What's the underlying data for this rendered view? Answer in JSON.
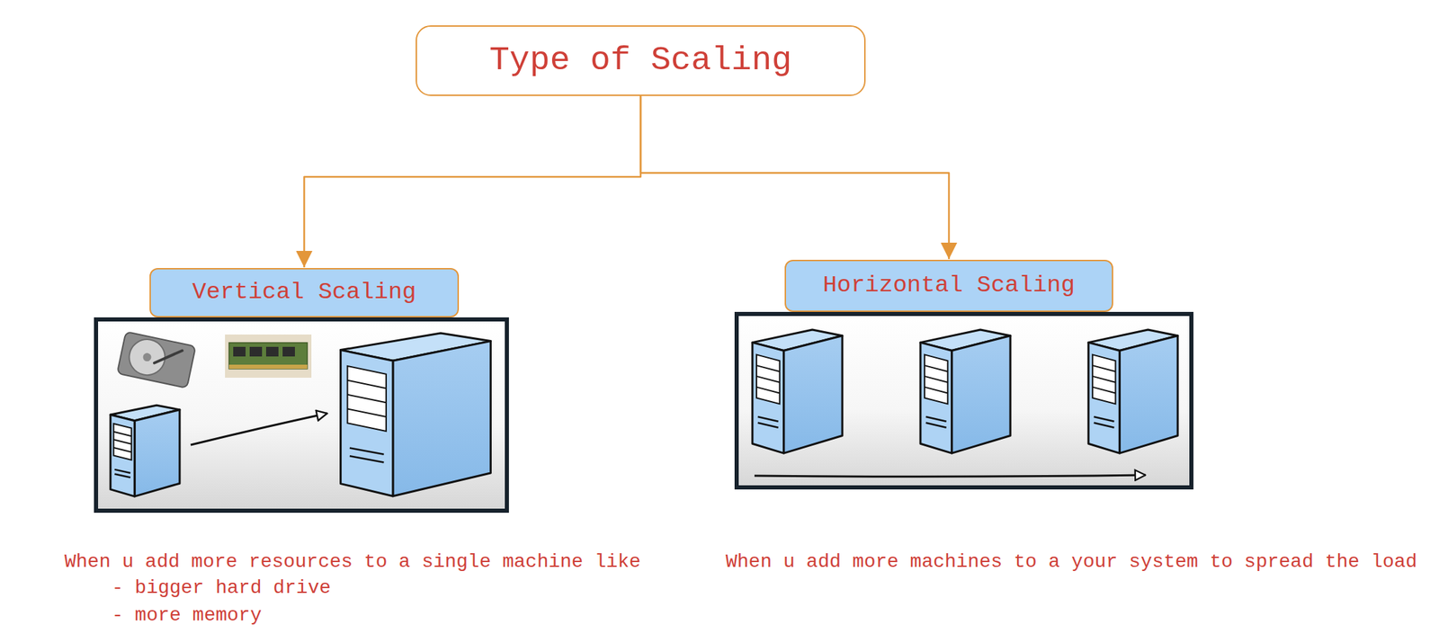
{
  "diagram": {
    "nodes": [
      {
        "text": [
          "Type of Scaling"
        ]
      },
      {
        "text": [
          "Vertical Scaling"
        ]
      },
      {
        "text": [
          "Horizontal Scaling"
        ]
      }
    ],
    "edges": [
      {
        "from": 0,
        "to": 1,
        "arrow": "to"
      },
      {
        "from": 0,
        "to": 2,
        "arrow": "to"
      }
    ],
    "labels": [
      "When u add more resources to a single machine like",
      "- bigger hard drive",
      "- more memory",
      "When u add more machines to a your system to spread the load"
    ]
  }
}
